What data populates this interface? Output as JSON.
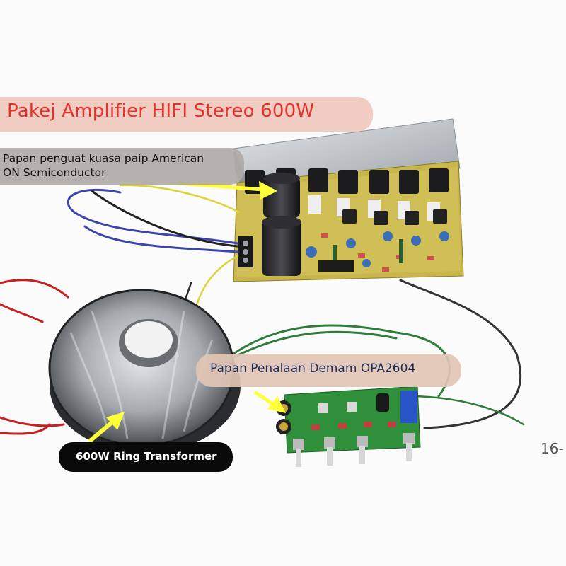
{
  "title": "Pakej Amplifier HIFI Stereo 600W",
  "power_board_label": {
    "line1": "Papan penguat kuasa paip American",
    "line2": "ON Semiconductor"
  },
  "tone_board_label": "Papan Penalaan Demam OPA2604",
  "transformer_label": "600W Ring Transformer",
  "corner_mark": "16-",
  "colors": {
    "title_text": "#e8312a",
    "title_box": "#f0c8be",
    "arrow": "#ffff3a",
    "pcb_green": "#2f8f3a",
    "pcb_yellow": "#c9b64a",
    "heatsink": "#c9ced3",
    "transformer_tape": "#b9bcc0"
  }
}
